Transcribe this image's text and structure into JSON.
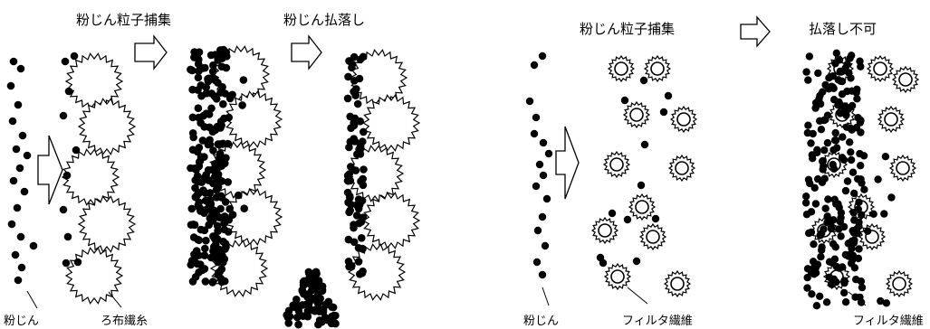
{
  "left": {
    "titles": {
      "capture": "粉じん粒子捕集",
      "removal": "粉じん払落し"
    },
    "labels": {
      "dust": "粉じん",
      "cloth_fiber": "ろ布繊糸"
    }
  },
  "right": {
    "titles": {
      "capture": "粉じん粒子捕集",
      "removal": "払落し不可"
    },
    "labels": {
      "dust": "粉じん",
      "filter_fiber_1": "フィルタ繊維",
      "filter_fiber_2": "フィルタ繊維"
    }
  },
  "colors": {
    "ink": "#000000",
    "paper": "#ffffff"
  }
}
